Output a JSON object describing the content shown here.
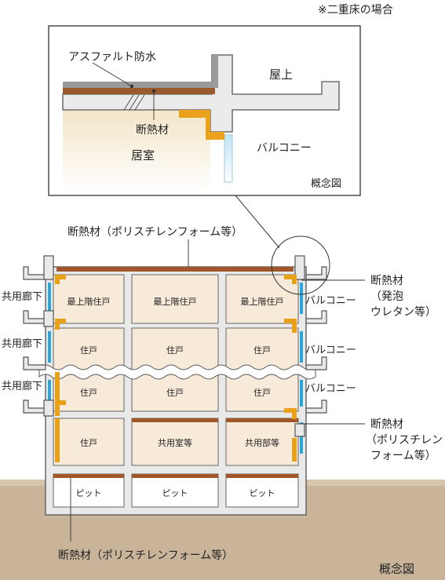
{
  "note": "※二重床の場合",
  "detail": {
    "asphalt_label": "アスファルト防水",
    "roof_label": "屋上",
    "insulation_label": "断熱材",
    "room_label": "居室",
    "balcony_label": "バルコニー",
    "concept_label": "概念図"
  },
  "section": {
    "top_insulation_label": "断熱材（ポリスチレンフォーム等）",
    "bottom_insulation_label": "断熱材（ポリスチレンフォーム等）",
    "corridor_labels": [
      "共用廊下",
      "共用廊下",
      "共用廊下"
    ],
    "balcony_labels": [
      "バルコニー",
      "バルコニー",
      "バルコニー"
    ],
    "right_insulation_1": [
      "断熱材",
      "（発泡",
      "ウレタン等）"
    ],
    "right_insulation_2": [
      "断熱材",
      "（ポリスチレン",
      "フォーム等）"
    ],
    "rows": [
      [
        "最上階住戸",
        "最上階住戸",
        "最上階住戸"
      ],
      [
        "住戸",
        "住戸",
        "住戸"
      ],
      [
        "住戸",
        "住戸",
        "住戸"
      ],
      [
        "住戸",
        "共用室等",
        "共用部等"
      ],
      [
        "ピット",
        "ピット",
        "ピット"
      ]
    ],
    "concept_label": "概念図"
  },
  "colors": {
    "concrete": "#e9e9e9",
    "outline": "#555555",
    "room": "#f7ead9",
    "brown_insulation": "#a0582a",
    "orange_insulation": "#e8a21a",
    "glass": "#2aa6d8",
    "ground": "#c9b49a"
  }
}
